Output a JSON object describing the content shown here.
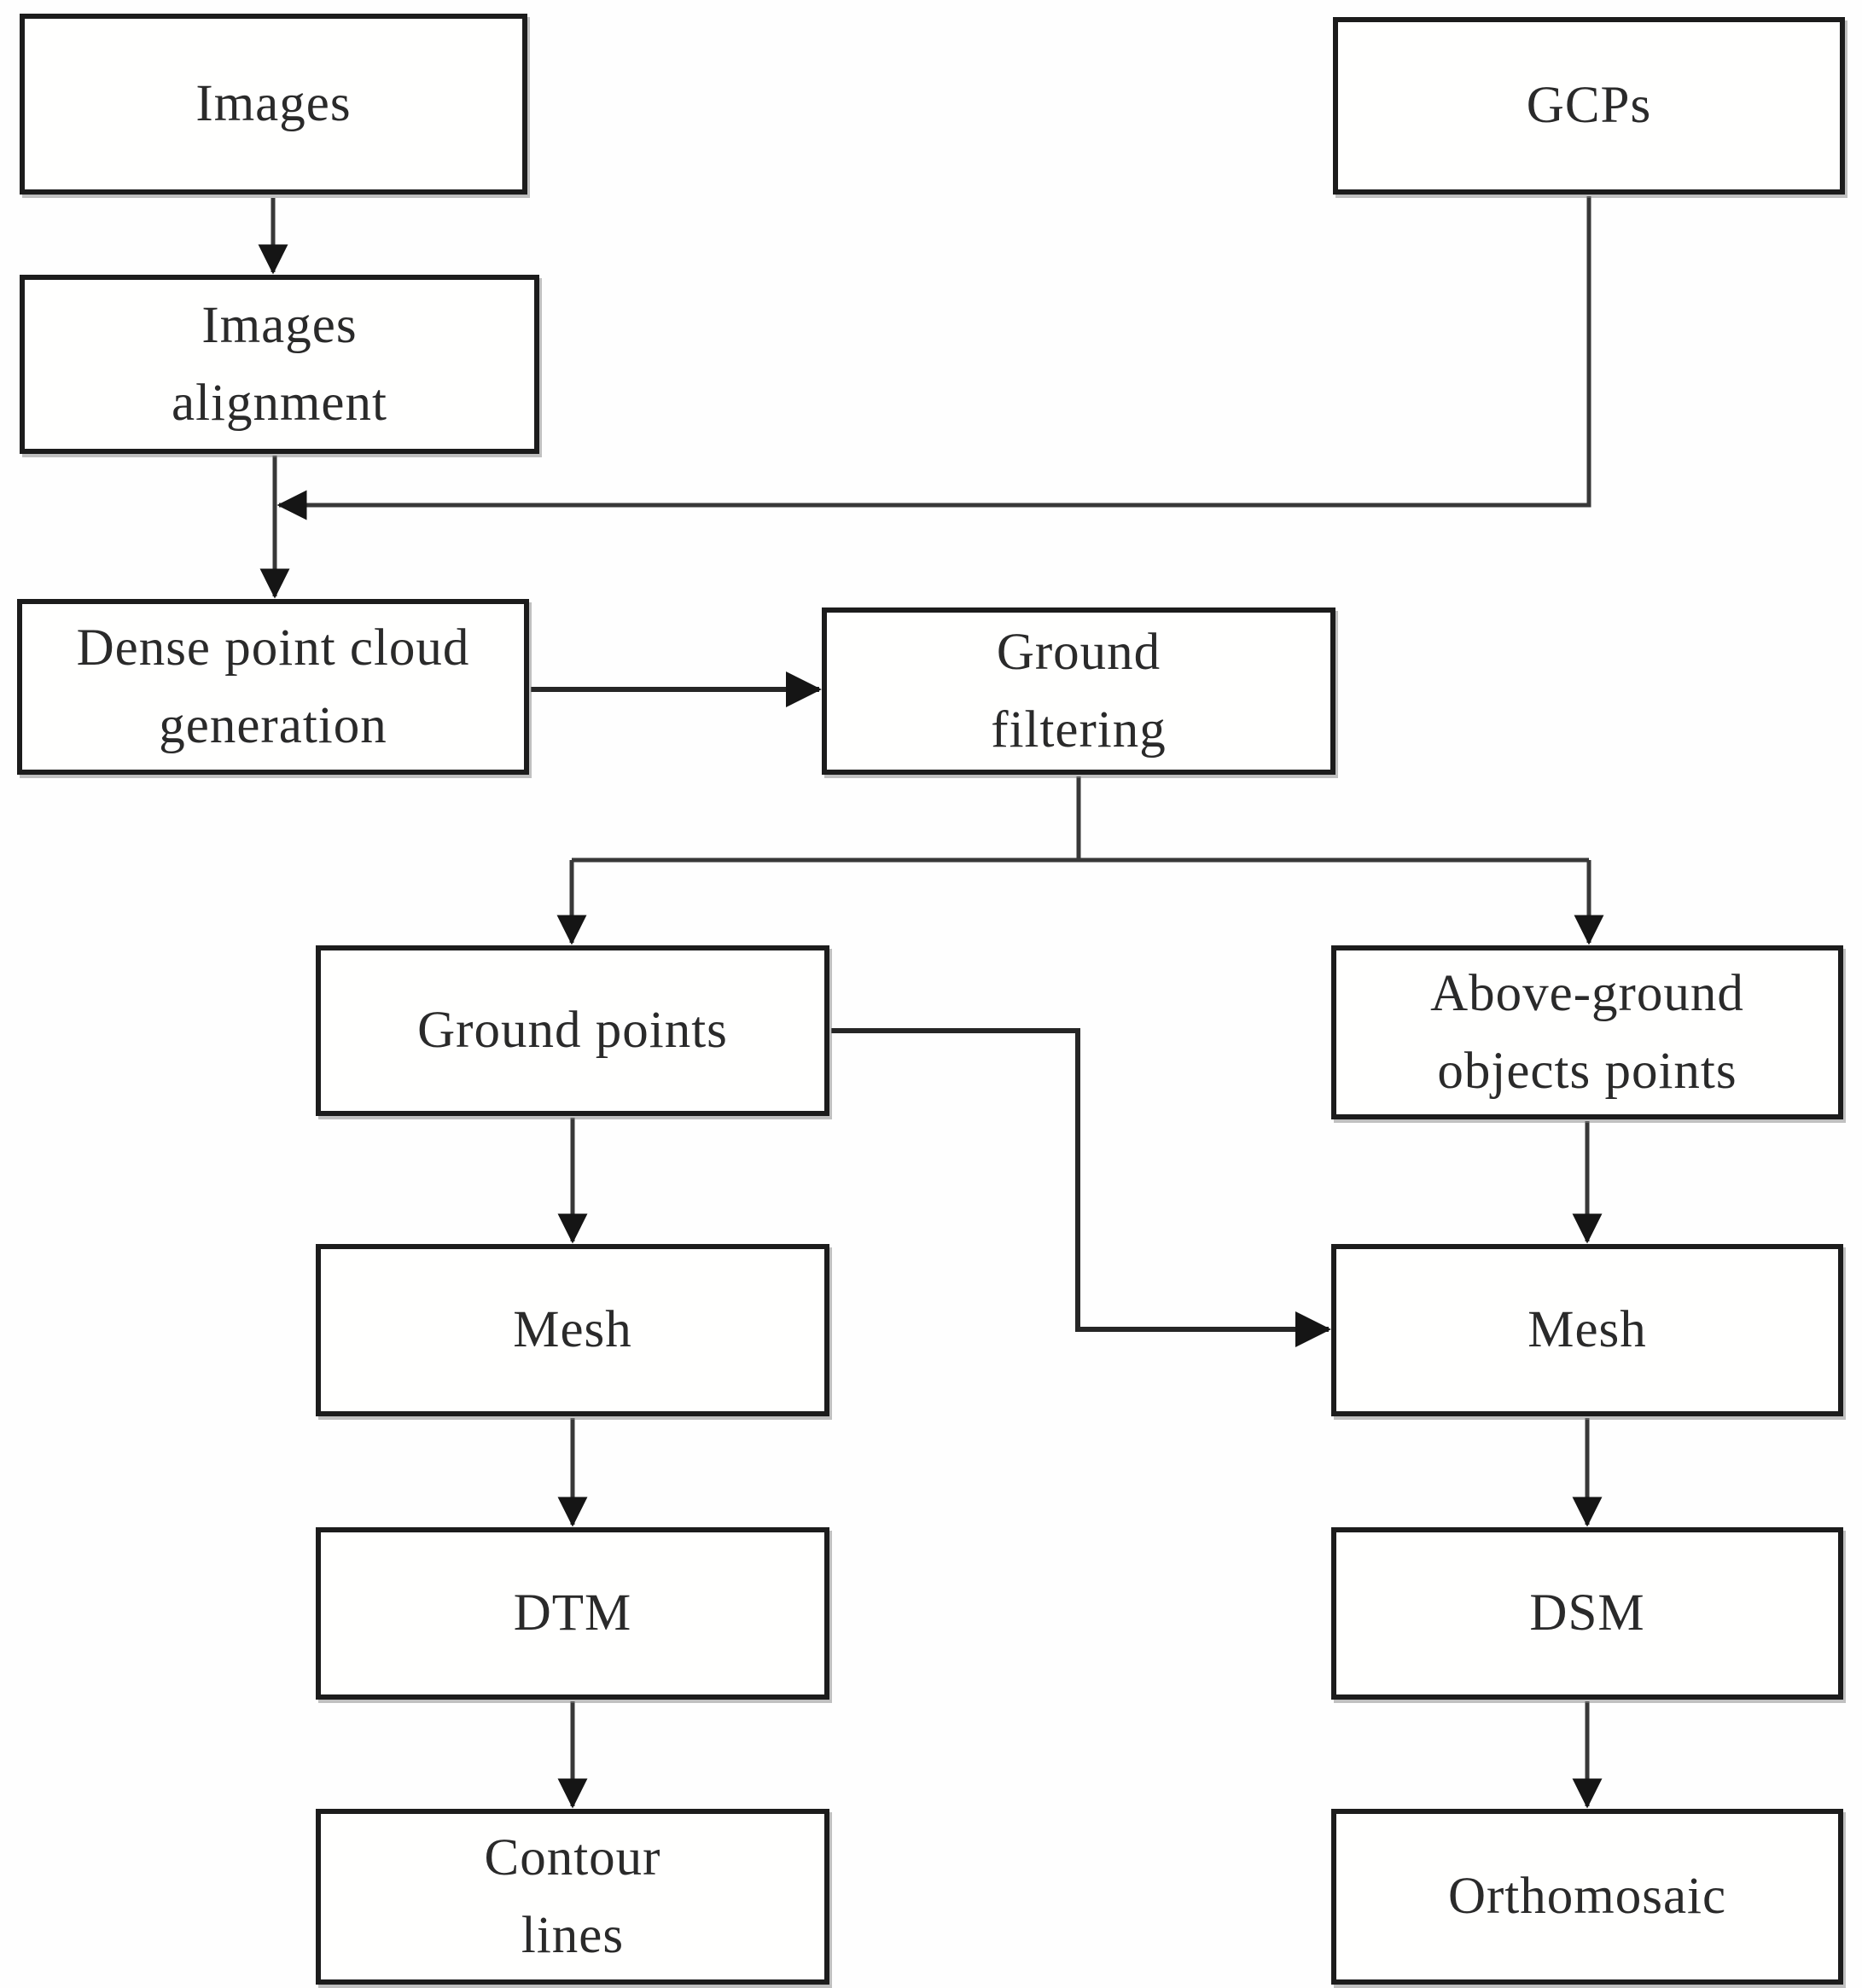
{
  "diagram": {
    "type": "flowchart",
    "colors": {
      "background": "#fefefe",
      "box_fill": "#fffffe",
      "box_border": "#1c1c1c",
      "connector": "#383838",
      "arrowhead": "#151515",
      "text": "#2a2a2a"
    },
    "nodes": [
      {
        "id": "images",
        "label": "Images",
        "lines": [
          "Images"
        ]
      },
      {
        "id": "gcps",
        "label": "GCPs",
        "lines": [
          "GCPs"
        ]
      },
      {
        "id": "images-alignment",
        "label": "Images alignment",
        "lines": [
          "Images",
          "alignment"
        ]
      },
      {
        "id": "dense-point-cloud-generation",
        "label": "Dense point cloud generation",
        "lines": [
          "Dense point cloud",
          "generation"
        ]
      },
      {
        "id": "ground-filtering",
        "label": "Ground filtering",
        "lines": [
          "Ground",
          "filtering"
        ]
      },
      {
        "id": "ground-points",
        "label": "Ground points",
        "lines": [
          "Ground points"
        ]
      },
      {
        "id": "above-ground-objects-points",
        "label": "Above-ground objects points",
        "lines": [
          "Above-ground",
          "objects points"
        ]
      },
      {
        "id": "mesh-ground",
        "label": "Mesh",
        "lines": [
          "Mesh"
        ]
      },
      {
        "id": "mesh-above-ground",
        "label": "Mesh",
        "lines": [
          "Mesh"
        ]
      },
      {
        "id": "dtm",
        "label": "DTM",
        "lines": [
          "DTM"
        ]
      },
      {
        "id": "dsm",
        "label": "DSM",
        "lines": [
          "DSM"
        ]
      },
      {
        "id": "contour-lines",
        "label": "Contour lines",
        "lines": [
          "Contour",
          "lines"
        ]
      },
      {
        "id": "orthomosaic",
        "label": "Orthomosaic",
        "lines": [
          "Orthomosaic"
        ]
      }
    ],
    "edges": [
      {
        "from": "images",
        "to": "images-alignment"
      },
      {
        "from": "images-alignment",
        "to": "dense-point-cloud-generation"
      },
      {
        "from": "gcps",
        "to": "dense-point-cloud-generation"
      },
      {
        "from": "dense-point-cloud-generation",
        "to": "ground-filtering"
      },
      {
        "from": "ground-filtering",
        "to": "ground-points"
      },
      {
        "from": "ground-filtering",
        "to": "above-ground-objects-points"
      },
      {
        "from": "ground-points",
        "to": "mesh-ground"
      },
      {
        "from": "ground-points",
        "to": "mesh-above-ground"
      },
      {
        "from": "above-ground-objects-points",
        "to": "mesh-above-ground"
      },
      {
        "from": "mesh-ground",
        "to": "dtm"
      },
      {
        "from": "mesh-above-ground",
        "to": "dsm"
      },
      {
        "from": "dtm",
        "to": "contour-lines"
      },
      {
        "from": "dsm",
        "to": "orthomosaic"
      }
    ]
  }
}
